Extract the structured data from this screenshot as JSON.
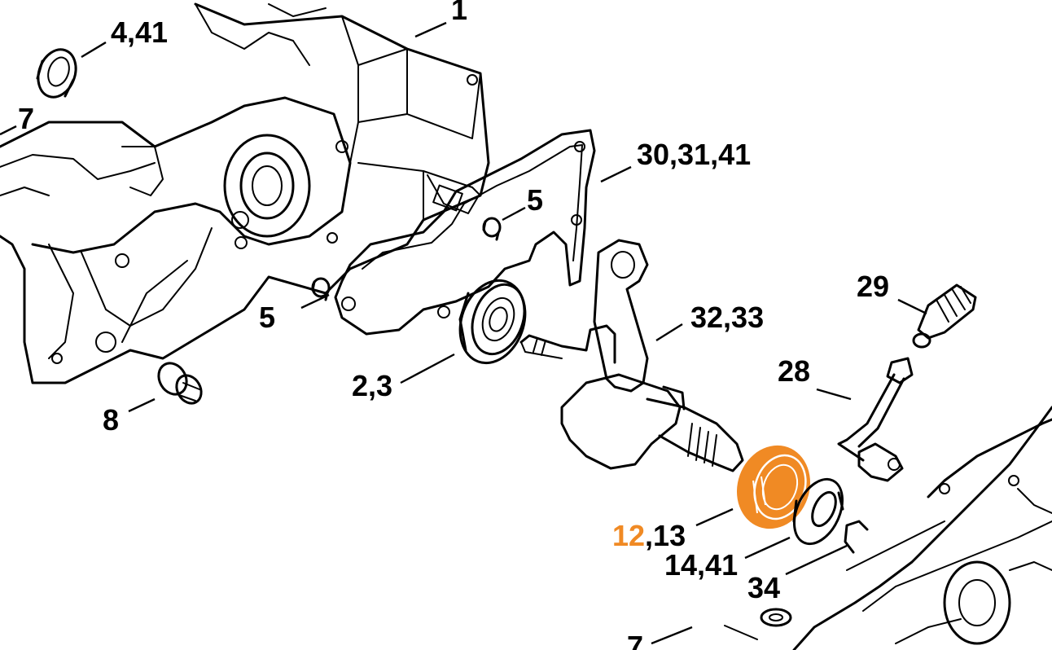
{
  "colors": {
    "highlight": "#F08A24",
    "line": "#000000",
    "background": "#FFFFFF"
  },
  "callouts": {
    "c1": "1",
    "c4_41": "4,41",
    "c7_top": "7",
    "c30_31_41": "30,31,41",
    "c5_upper": "5",
    "c5_lower": "5",
    "c29": "29",
    "c32_33": "32,33",
    "c28": "28",
    "c2_3": "2,3",
    "c8": "8",
    "c12": "12",
    "c12_rest": ",13",
    "c14_41": "14,41",
    "c34": "34",
    "c7_bottom": "7"
  }
}
